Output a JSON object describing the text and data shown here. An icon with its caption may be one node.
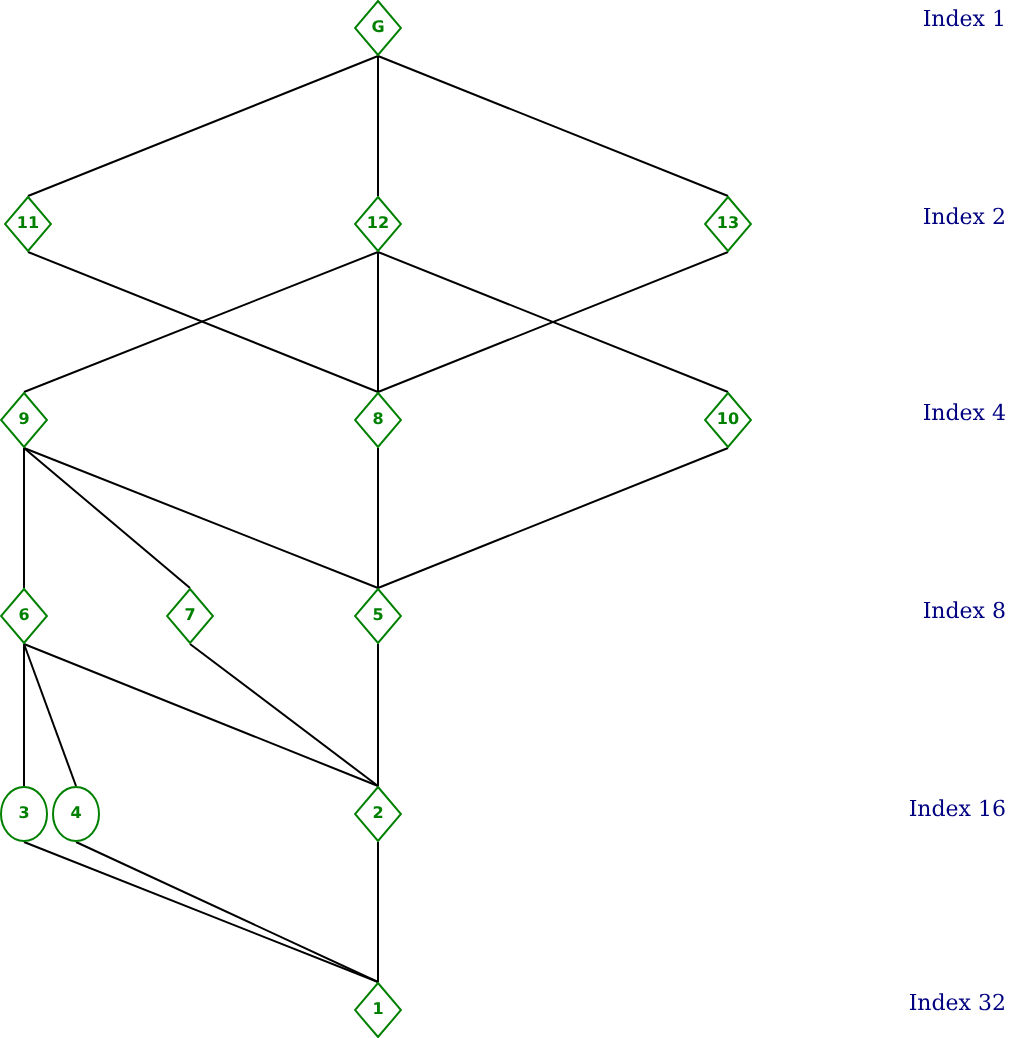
{
  "diagram": {
    "nodes": [
      {
        "text": [
          "G"
        ]
      },
      {
        "text": [
          "11"
        ]
      },
      {
        "text": [
          "12"
        ]
      },
      {
        "text": [
          "13"
        ]
      },
      {
        "text": [
          "9"
        ]
      },
      {
        "text": [
          "8"
        ]
      },
      {
        "text": [
          "10"
        ]
      },
      {
        "text": [
          "6"
        ]
      },
      {
        "text": [
          "7"
        ]
      },
      {
        "text": [
          "5"
        ]
      },
      {
        "text": [
          "3"
        ]
      },
      {
        "text": [
          "4"
        ]
      },
      {
        "text": [
          "2"
        ]
      },
      {
        "text": [
          "1"
        ]
      }
    ],
    "edges": [
      {
        "from": 0,
        "to": 1,
        "arrow": "none"
      },
      {
        "from": 0,
        "to": 2,
        "arrow": "none"
      },
      {
        "from": 0,
        "to": 3,
        "arrow": "none"
      },
      {
        "from": 1,
        "to": 5,
        "arrow": "none"
      },
      {
        "from": 2,
        "to": 4,
        "arrow": "none"
      },
      {
        "from": 2,
        "to": 5,
        "arrow": "none"
      },
      {
        "from": 2,
        "to": 6,
        "arrow": "none"
      },
      {
        "from": 3,
        "to": 5,
        "arrow": "none"
      },
      {
        "from": 4,
        "to": 7,
        "arrow": "none"
      },
      {
        "from": 4,
        "to": 8,
        "arrow": "none"
      },
      {
        "from": 4,
        "to": 9,
        "arrow": "none"
      },
      {
        "from": 5,
        "to": 9,
        "arrow": "none"
      },
      {
        "from": 6,
        "to": 9,
        "arrow": "none"
      },
      {
        "from": 7,
        "to": 10,
        "arrow": "none"
      },
      {
        "from": 7,
        "to": 11,
        "arrow": "none"
      },
      {
        "from": 7,
        "to": 12,
        "arrow": "none"
      },
      {
        "from": 8,
        "to": 12,
        "arrow": "none"
      },
      {
        "from": 9,
        "to": 12,
        "arrow": "none"
      },
      {
        "from": 10,
        "to": 13,
        "arrow": "none"
      },
      {
        "from": 11,
        "to": 13,
        "arrow": "none"
      },
      {
        "from": 12,
        "to": 13,
        "arrow": "none"
      }
    ],
    "labels": [
      "Index 1",
      "Index 2",
      "Index 4",
      "Index 8",
      "Index 16",
      "Index 32"
    ]
  }
}
